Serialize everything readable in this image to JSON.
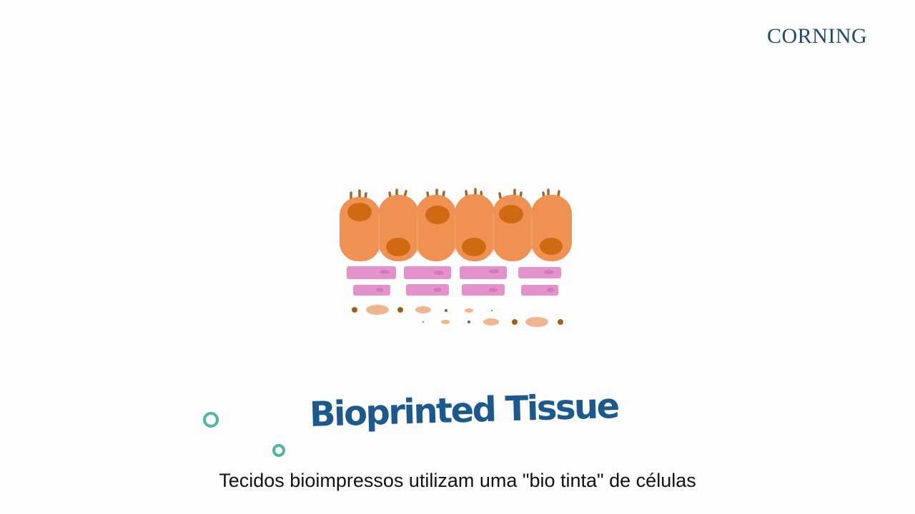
{
  "brand": {
    "logo_text": "CORNING",
    "color": "#1f4a72"
  },
  "illustration": {
    "name": "bioprinted-tissue-illustration",
    "cells": {
      "count": 6,
      "body_color": "#ee9152",
      "nucleus_color": "#cf6a12",
      "cilia_color": "#a0682a",
      "nucleus_positions": [
        "top",
        "bottom",
        "top",
        "bottom",
        "top",
        "bottom"
      ]
    },
    "matrix_bars": {
      "color": "#e392cb",
      "rows": 2,
      "bars_per_row": 4
    },
    "particles": {
      "oval_color": "#efb58e",
      "dot_color": "#9a6418"
    }
  },
  "title": {
    "text": "Bioprinted Tissue",
    "color": "#1c5a8e"
  },
  "decorations": {
    "ring_color": "#4db89a"
  },
  "caption": {
    "text": "Tecidos bioimpressos utilizam uma \"bio tinta\" de células"
  }
}
